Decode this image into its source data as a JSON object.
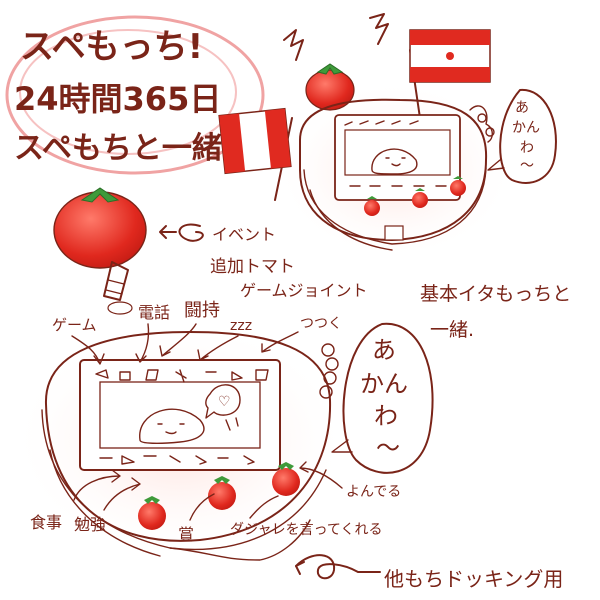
{
  "title_lines": [
    "スペもっち!",
    "24時間365日",
    "スペもちと一緒"
  ],
  "upper_device": {
    "speech": [
      "あ",
      "かん",
      "わ",
      "〜"
    ]
  },
  "annotations": {
    "event": "イベント",
    "tomato_joint": "追加トマト",
    "game_joint": "ゲームジョイント",
    "basic": [
      "基本イタもっちと",
      "一緒."
    ],
    "game": "ゲーム",
    "denwa": "電話",
    "meter": "闘持",
    "sleep": "zzz",
    "poke": "つつく",
    "eat": "食事",
    "study": "勉強",
    "reward": "賞",
    "dajare": "ダジャレを言ってくれる",
    "call": "よんでる",
    "docking": "他もちドッキング用"
  },
  "lower_device": {
    "speech": [
      "あ",
      "かん",
      "わ",
      "〜"
    ],
    "heart_bubble": "♡"
  },
  "colors": {
    "ink": "#7a2418",
    "tomato": "#e0281e",
    "tomato_light": "#f26a5c",
    "leaf": "#3f9a3a",
    "flag_red": "#e02a20",
    "circle_pink": "#f0a3a3"
  }
}
